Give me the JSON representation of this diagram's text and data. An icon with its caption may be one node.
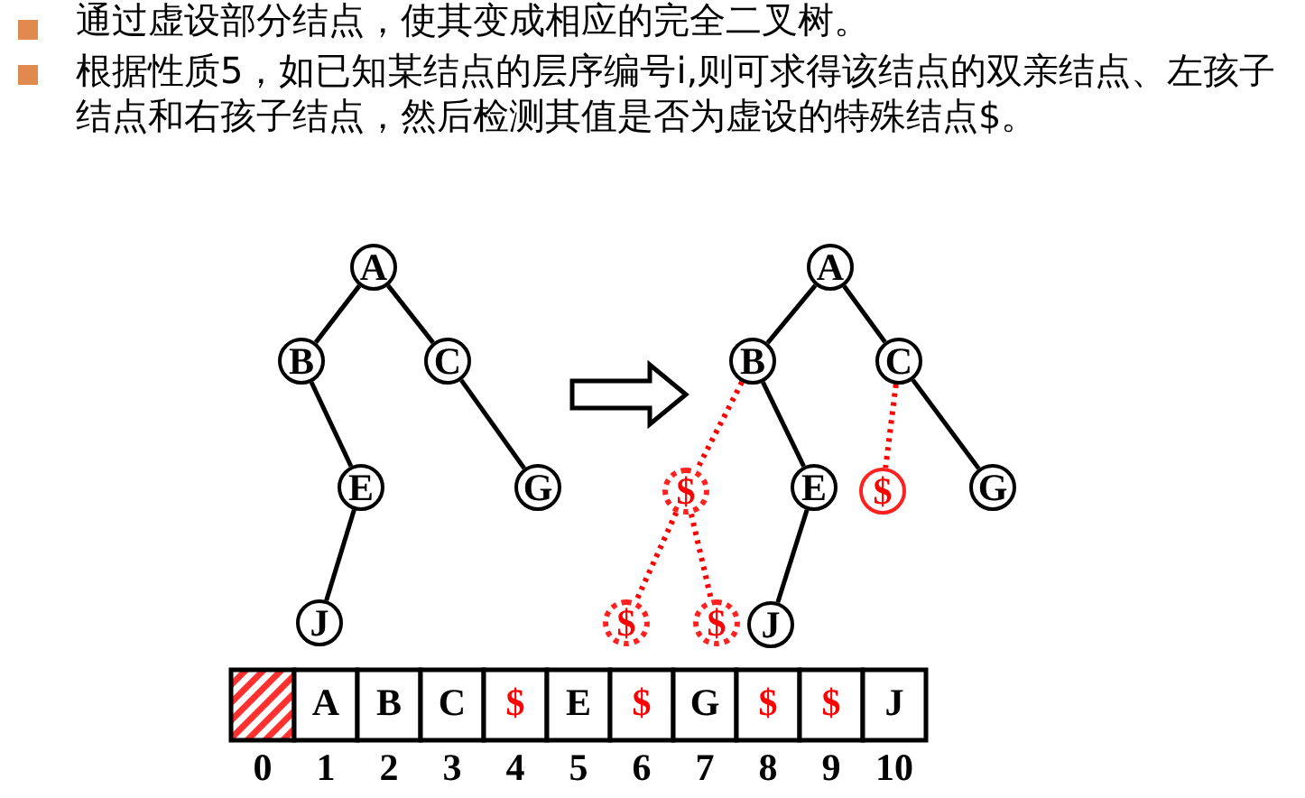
{
  "diagram": {
    "nodes": [
      {
        "text": [
          "A"
        ]
      },
      {
        "text": [
          "B"
        ]
      },
      {
        "text": [
          "C"
        ]
      },
      {
        "text": [
          "E"
        ]
      },
      {
        "text": [
          "G"
        ]
      },
      {
        "text": [
          "J"
        ]
      },
      {
        "text": [
          "A"
        ]
      },
      {
        "text": [
          "B"
        ]
      },
      {
        "text": [
          "C"
        ]
      },
      {
        "text": [
          "$"
        ]
      },
      {
        "text": [
          "E"
        ]
      },
      {
        "text": [
          "$"
        ]
      },
      {
        "text": [
          "G"
        ]
      },
      {
        "text": [
          "$"
        ]
      },
      {
        "text": [
          "$"
        ]
      },
      {
        "text": [
          "J"
        ]
      }
    ],
    "edges": [
      {
        "from": 0,
        "to": 1,
        "arrow": "none"
      },
      {
        "from": 0,
        "to": 2,
        "arrow": "none"
      },
      {
        "from": 1,
        "to": 3,
        "arrow": "none"
      },
      {
        "from": 3,
        "to": 5,
        "arrow": "none"
      },
      {
        "from": 2,
        "to": 4,
        "arrow": "none"
      },
      {
        "from": 6,
        "to": 7,
        "arrow": "none"
      },
      {
        "from": 6,
        "to": 8,
        "arrow": "none"
      },
      {
        "from": 7,
        "to": 9,
        "arrow": "none",
        "style": "dashed",
        "color": "#ff0000"
      },
      {
        "from": 7,
        "to": 10,
        "arrow": "none"
      },
      {
        "from": 8,
        "to": 11,
        "arrow": "none",
        "style": "dashed",
        "color": "#ff0000"
      },
      {
        "from": 8,
        "to": 12,
        "arrow": "none"
      },
      {
        "from": 9,
        "to": 13,
        "arrow": "none",
        "style": "dashed",
        "color": "#ff0000"
      },
      {
        "from": 9,
        "to": 14,
        "arrow": "none",
        "style": "dashed",
        "color": "#ff0000"
      },
      {
        "from": 10,
        "to": 15,
        "arrow": "none"
      }
    ],
    "labels": [
      "通过虚设部分结点，使其变成相应的完全二叉树。",
      "根据性质5，如已知某结点的层序编号i,则可求得该结点的双亲结点、左孩子结点和右孩子结点，然后检测其值是否为虚设的特殊结点$。",
      "A",
      "B",
      "C",
      "$",
      "E",
      "$",
      "G",
      "$",
      "$",
      "J",
      "0",
      "1",
      "2",
      "3",
      "4",
      "5",
      "6",
      "7",
      "8",
      "9",
      "10"
    ]
  }
}
